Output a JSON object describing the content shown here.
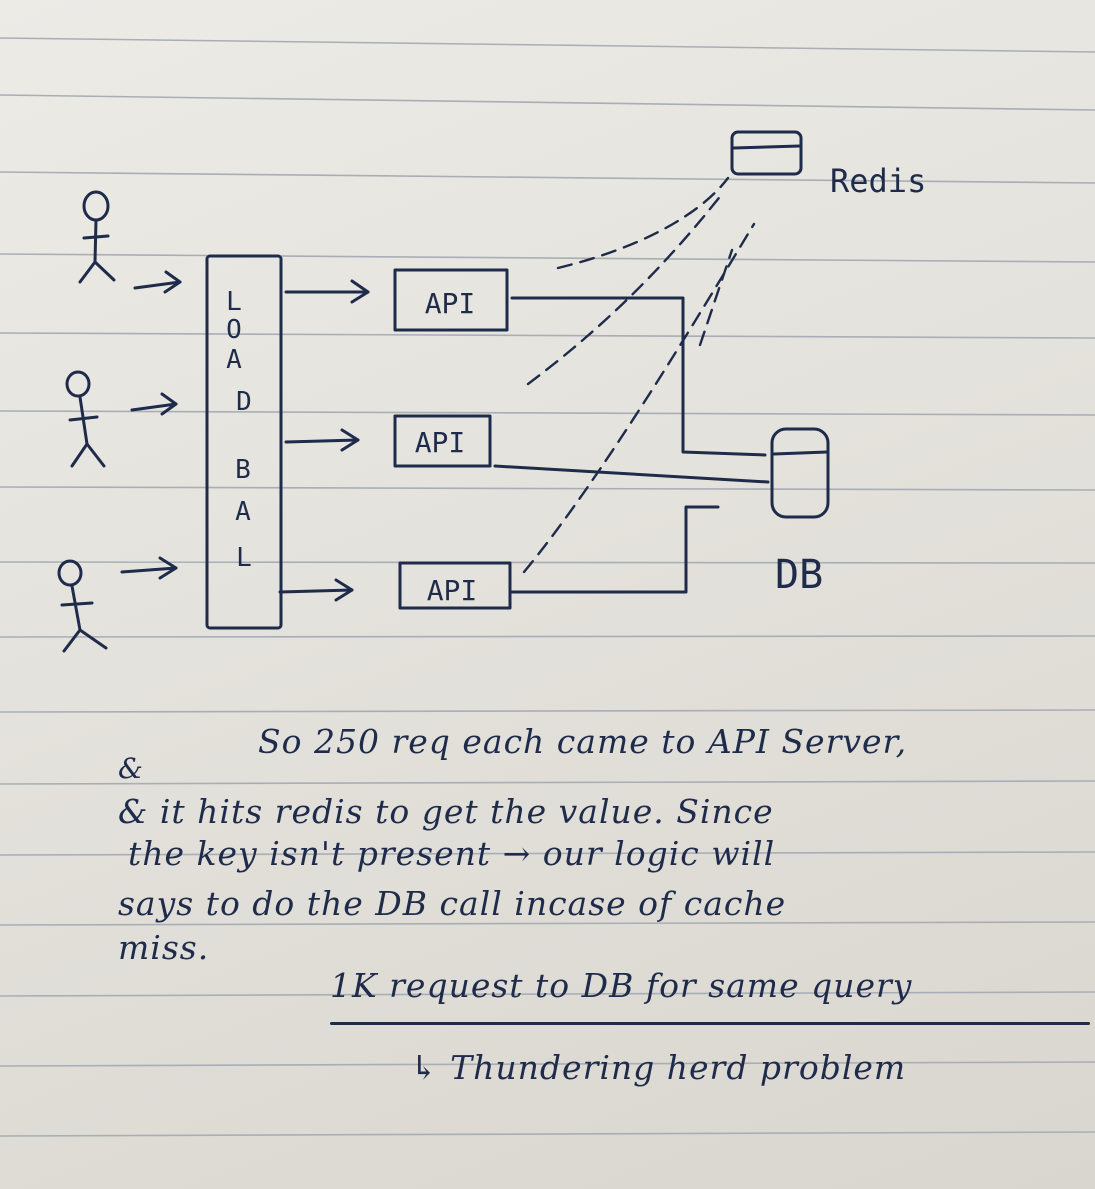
{
  "diagram": {
    "lb_letters": [
      "L",
      "O",
      "A",
      "D",
      "B",
      "A",
      "L"
    ],
    "api_labels": [
      "API",
      "API",
      "API"
    ],
    "redis_label": "Redis",
    "db_label": "DB"
  },
  "notes": {
    "marker": "&",
    "line1": "So 250 req each came to API Server,",
    "line2": "& it hits redis to get the value. Since",
    "line3": "the key isn't present → our logic will",
    "line4": "says to do the DB call incase of cache",
    "line5": "miss.",
    "line6": "1K request to DB for same query",
    "line7": "↳ Thundering herd problem"
  },
  "colors": {
    "ink": "#1f2b4a",
    "paper": "#e6e3dd",
    "rule": "#a9aeb6"
  }
}
